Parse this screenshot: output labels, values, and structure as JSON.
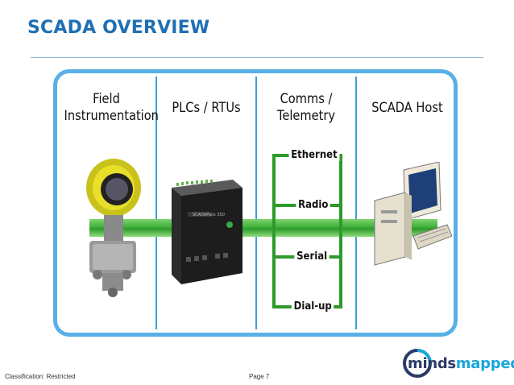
{
  "slide": {
    "title": "SCADA OVERVIEW",
    "classification": "Classification: Restricted",
    "page": "Page 7"
  },
  "diagram": {
    "columns": [
      {
        "line1": "Field",
        "line2": "Instrumentation"
      },
      {
        "line1": "PLCs / RTUs",
        "line2": ""
      },
      {
        "line1": "Comms /",
        "line2": "Telemetry"
      },
      {
        "line1": "SCADA Host",
        "line2": ""
      }
    ],
    "comms": [
      "Ethernet",
      "Radio",
      "Serial",
      "Dial-up"
    ],
    "device_plc_label": "SCADAPack 350",
    "colors": {
      "frame": "#58b0e6",
      "pipe": "#2e9a2c",
      "title": "#1f6fb4"
    }
  },
  "logo": {
    "part1": "minds",
    "part2": "mapped",
    "part3": "d"
  }
}
